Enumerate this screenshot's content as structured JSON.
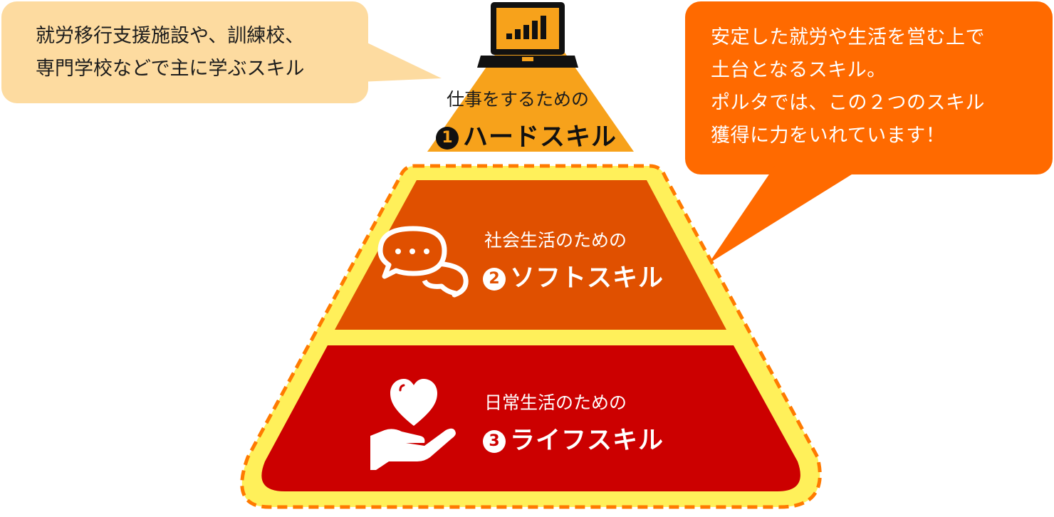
{
  "left_callout": {
    "lines": [
      "就労移行支援施設や、訓練校、",
      "専門学校などで主に学ぶスキル"
    ],
    "color": "#fddba0"
  },
  "right_callout": {
    "lines": [
      "安定した就労や生活を営む上で",
      "土台となるスキル。",
      "ポルタでは、この２つのスキル",
      "獲得に力をいれています！"
    ],
    "color": "#ff6a00"
  },
  "tiers": [
    {
      "number": "1",
      "subtitle": "仕事をするための",
      "title": "ハードスキル",
      "icon": "laptop-chart-icon",
      "color": "#f7a21b"
    },
    {
      "number": "2",
      "subtitle": "社会生活のための",
      "title": "ソフトスキル",
      "icon": "speech-bubbles-icon",
      "color": "#e05000"
    },
    {
      "number": "3",
      "subtitle": "日常生活のための",
      "title": "ライフスキル",
      "icon": "heart-hand-icon",
      "color": "#cc0000"
    }
  ],
  "foundation_highlight": {
    "border_color": "#ff7a00",
    "fill_color": "#fff05a"
  }
}
